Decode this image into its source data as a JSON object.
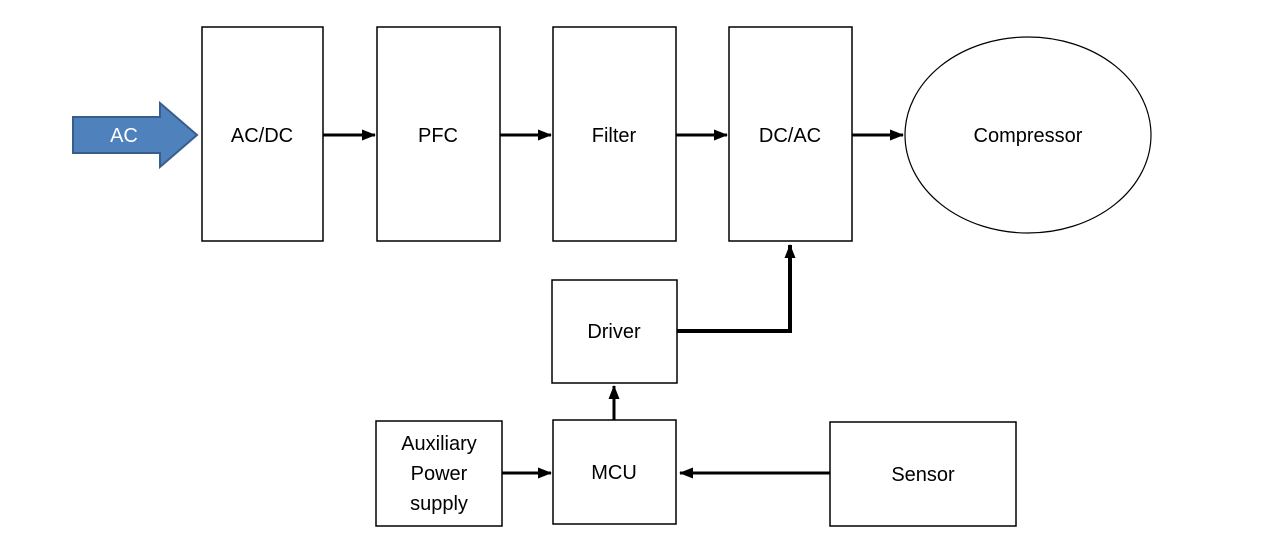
{
  "diagram": {
    "type": "block-diagram",
    "description": "Inverter compressor drive system block diagram",
    "background_color": "#ffffff",
    "line_color": "#000000",
    "input_arrow": {
      "label": "AC",
      "fill_color": "#4f81bd",
      "border_color": "#385d8a",
      "text_color": "#ffffff"
    },
    "blocks": [
      {
        "id": "ac-dc",
        "label": "AC/DC",
        "shape": "rectangle"
      },
      {
        "id": "pfc",
        "label": "PFC",
        "shape": "rectangle"
      },
      {
        "id": "filter",
        "label": "Filter",
        "shape": "rectangle"
      },
      {
        "id": "dc-ac",
        "label": "DC/AC",
        "shape": "rectangle"
      },
      {
        "id": "compressor",
        "label": "Compressor",
        "shape": "ellipse"
      },
      {
        "id": "driver",
        "label": "Driver",
        "shape": "rectangle"
      },
      {
        "id": "auxiliary-power-supply",
        "label": "Auxiliary Power supply",
        "lines": [
          "Auxiliary",
          "Power",
          "supply"
        ],
        "shape": "rectangle"
      },
      {
        "id": "mcu",
        "label": "MCU",
        "shape": "rectangle"
      },
      {
        "id": "sensor",
        "label": "Sensor",
        "shape": "rectangle"
      }
    ],
    "connections": [
      {
        "from": "AC",
        "to": "AC/DC",
        "style": "block-arrow"
      },
      {
        "from": "AC/DC",
        "to": "PFC",
        "style": "arrow"
      },
      {
        "from": "PFC",
        "to": "Filter",
        "style": "arrow"
      },
      {
        "from": "Filter",
        "to": "DC/AC",
        "style": "arrow"
      },
      {
        "from": "DC/AC",
        "to": "Compressor",
        "style": "arrow"
      },
      {
        "from": "Driver",
        "to": "DC/AC",
        "style": "elbow-arrow"
      },
      {
        "from": "MCU",
        "to": "Driver",
        "style": "arrow"
      },
      {
        "from": "Auxiliary Power supply",
        "to": "MCU",
        "style": "arrow"
      },
      {
        "from": "Sensor",
        "to": "MCU",
        "style": "arrow"
      }
    ]
  }
}
